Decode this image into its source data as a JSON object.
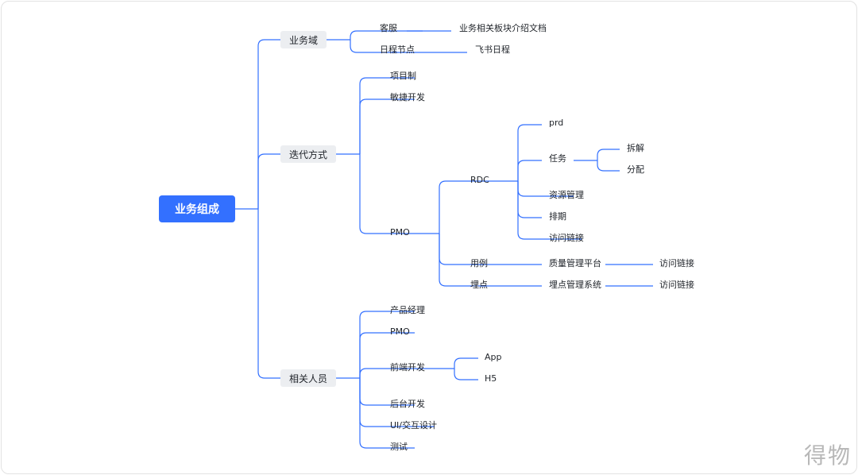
{
  "root": "业务组成",
  "branches": {
    "domain": {
      "label": "业务域",
      "children": {
        "cs": {
          "label": "客服",
          "child": "业务相关板块介绍文档"
        },
        "schedule": {
          "label": "日程节点",
          "child": "飞书日程"
        }
      }
    },
    "iteration": {
      "label": "迭代方式",
      "children": {
        "project": "项目制",
        "agile": "敏捷开发",
        "pmo": {
          "label": "PMO",
          "rdc": {
            "label": "RDC",
            "prd": "prd",
            "task": {
              "label": "任务",
              "split": "拆解",
              "assign": "分配"
            },
            "resource": "资源管理",
            "timeline": "排期",
            "access": "访问链接"
          },
          "usecase": {
            "label": "用例",
            "platform": "质量管理平台",
            "access": "访问链接"
          },
          "tracking": {
            "label": "埋点",
            "system": "埋点管理系统",
            "access": "访问链接"
          }
        }
      }
    },
    "people": {
      "label": "相关人员",
      "children": {
        "pm": "产品经理",
        "pmo": "PMO",
        "frontend": {
          "label": "前端开发",
          "app": "App",
          "h5": "H5"
        },
        "backend": "后台开发",
        "ui": "UI/交互设计",
        "test": "测试"
      }
    }
  },
  "watermark": "得物",
  "colors": {
    "accent": "#3370ff",
    "line": "#3370ff",
    "box": "#eceef1"
  }
}
